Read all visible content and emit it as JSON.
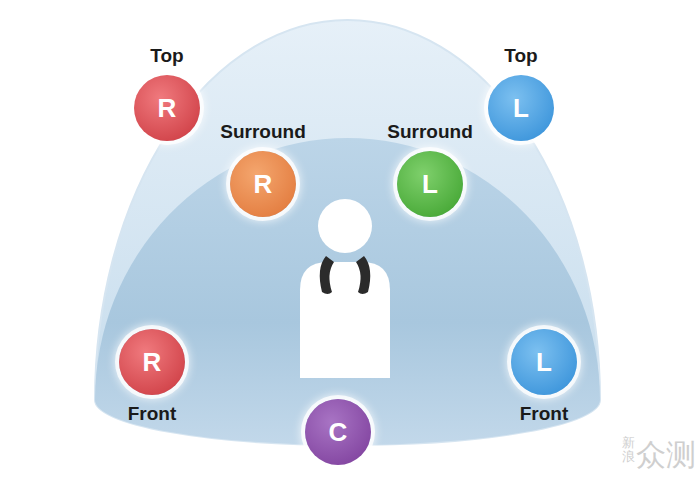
{
  "diagram": {
    "nodes": [
      {
        "text": [
          "Top",
          "R"
        ]
      },
      {
        "text": [
          "Top",
          "L"
        ]
      },
      {
        "text": [
          "Surround",
          "R"
        ]
      },
      {
        "text": [
          "Surround",
          "L"
        ]
      },
      {
        "text": [
          "R",
          "Front"
        ]
      },
      {
        "text": [
          "L",
          "Front"
        ]
      },
      {
        "text": [
          "C"
        ]
      }
    ],
    "labels": [
      "新浪",
      "众测"
    ]
  }
}
